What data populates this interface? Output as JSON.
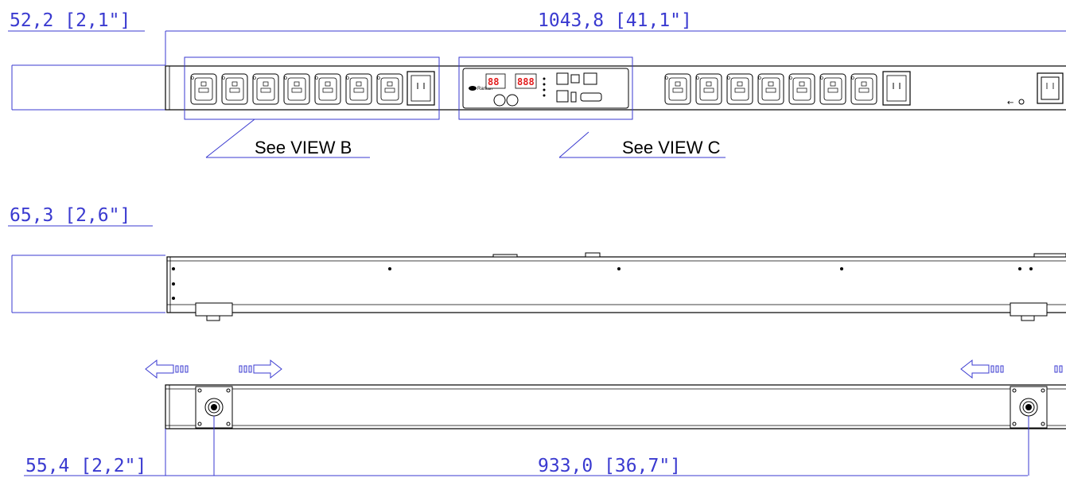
{
  "dimensions": {
    "front_height": "52,2  [2,1\"]",
    "overall_length": "1043,8  [41,1\"]",
    "side_depth": "65,3  [2,6\"]",
    "bottom_width": "55,4  [2,2\"]",
    "mount_spacing": "933,0  [36,7\"]"
  },
  "callouts": {
    "view_b": "See VIEW B",
    "view_c": "See VIEW C"
  },
  "outlets": {
    "group_left_c13_count": 7,
    "group_right_c13_count": 7
  },
  "controller": {
    "brand": "Raritan"
  },
  "colors": {
    "dimension": "#3a3ad0",
    "led": "#e21c1c",
    "line": "#000000"
  }
}
